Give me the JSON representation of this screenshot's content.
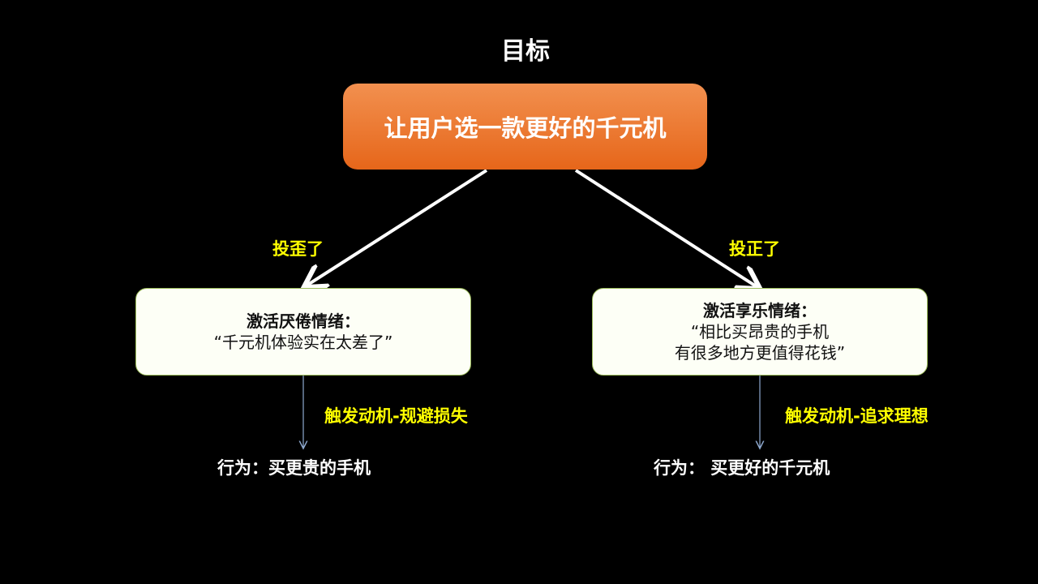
{
  "title": "目标",
  "goal": "让用户选一款更好的千元机",
  "left": {
    "arrow_label": "投歪了",
    "box_heading": "激活厌倦情绪：",
    "box_lines": [
      "“千元机体验实在太差了”"
    ],
    "motive": "触发动机-规避损失",
    "behavior": "行为：买更贵的手机"
  },
  "right": {
    "arrow_label": "投正了",
    "box_heading": "激活享乐情绪：",
    "box_lines": [
      "“相比买昂贵的手机",
      "有很多地方更值得花钱”"
    ],
    "motive": "触发动机-追求理想",
    "behavior": "行为： 买更好的千元机"
  },
  "colors": {
    "goal_top": "#f2904f",
    "goal_bottom": "#e6661a",
    "label": "#ffff00",
    "box_border": "#9bbb59"
  }
}
